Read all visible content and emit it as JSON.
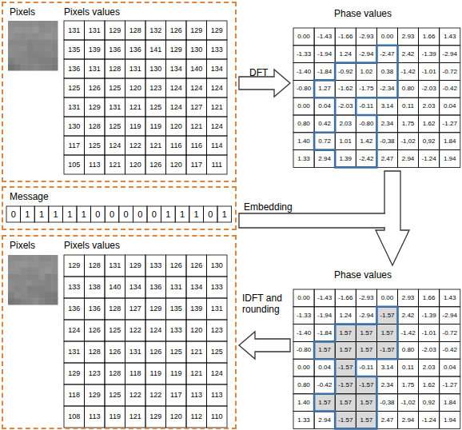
{
  "diagram": {
    "nodes": [
      {
        "text": [
          "Pixels",
          "Pixels values"
        ]
      },
      {
        "text": [
          "Phase values"
        ]
      },
      {
        "text": [
          "Message"
        ]
      },
      {
        "text": [
          "Pixels",
          "Pixels values"
        ]
      },
      {
        "text": [
          "Phase values"
        ]
      }
    ],
    "edges": [
      {
        "from": 0,
        "to": 1,
        "arrow": "to",
        "label": "DFT"
      },
      {
        "from": 1,
        "to": 4,
        "arrow": "to"
      },
      {
        "from": 2,
        "to": 4,
        "arrow": "to",
        "label": "Embedding"
      },
      {
        "from": 4,
        "to": 3,
        "arrow": "to",
        "label": "IDFT and rounding"
      }
    ],
    "labels": [
      "131",
      "131",
      "129",
      "128",
      "132",
      "126",
      "129",
      "129",
      "135",
      "139",
      "136",
      "136",
      "141",
      "129",
      "130",
      "133",
      "136",
      "131",
      "128",
      "131",
      "130",
      "134",
      "140",
      "134",
      "125",
      "126",
      "125",
      "120",
      "123",
      "124",
      "124",
      "124",
      "131",
      "129",
      "131",
      "121",
      "125",
      "124",
      "127",
      "121",
      "130",
      "128",
      "125",
      "119",
      "119",
      "120",
      "121",
      "124",
      "117",
      "125",
      "124",
      "122",
      "121",
      "116",
      "116",
      "114",
      "105",
      "113",
      "121",
      "120",
      "126",
      "120",
      "117",
      "111",
      "0.00",
      "-1.43",
      "-1.66",
      "-2.93",
      "0.00",
      "2.93",
      "1.66",
      "1.43",
      "-1.33",
      "-1.94",
      "1.24",
      "-2.94",
      "-2.47",
      "2.42",
      "-1.39",
      "-2.94",
      "-1.40",
      "-1.84",
      "-0.92",
      "1.02",
      "0.38",
      "-1.42",
      "-1.01",
      "-0.72",
      "-0.80",
      "1.27",
      "-1.62",
      "-1.75",
      "-2.34",
      "0.80",
      "-2.03",
      "-0.42",
      "0.00",
      "0.04",
      "-2.03",
      "-0.11",
      "3.14",
      "0.11",
      "2.03",
      "0.04",
      "0.80",
      "0.42",
      "2.03",
      "-0.80",
      "2.34",
      "1.75",
      "1.62",
      "-1.27",
      "1.40",
      "0.72",
      "1.01",
      "1.42",
      "-0,38",
      "-1,02",
      "0,92",
      "1.84",
      "1.33",
      "2.94",
      "1.39",
      "-2.42",
      "2.47",
      "2.94",
      "-1.24",
      "1.94",
      "0",
      "1",
      "1",
      "1",
      "1",
      "1",
      "0",
      "0",
      "0",
      "0",
      "0",
      "1",
      "1",
      "1",
      "0",
      "1",
      "129",
      "128",
      "131",
      "129",
      "133",
      "126",
      "126",
      "130",
      "133",
      "138",
      "140",
      "134",
      "136",
      "131",
      "134",
      "133",
      "136",
      "136",
      "128",
      "127",
      "129",
      "135",
      "139",
      "131",
      "124",
      "126",
      "125",
      "122",
      "124",
      "133",
      "120",
      "123",
      "131",
      "128",
      "126",
      "131",
      "126",
      "125",
      "121",
      "125",
      "129",
      "123",
      "128",
      "118",
      "119",
      "119",
      "121",
      "124",
      "118",
      "129",
      "125",
      "122",
      "122",
      "117",
      "113",
      "113",
      "108",
      "113",
      "119",
      "121",
      "129",
      "120",
      "112",
      "110",
      "0.00",
      "-1.43",
      "-1.66",
      "-2.93",
      "0.00",
      "2.93",
      "1.66",
      "1.43",
      "-1.33",
      "-1.94",
      "1.24",
      "-2.94",
      "-1.57",
      "2.42",
      "-1.39",
      "-2.94",
      "-1.40",
      "-1.84",
      "1.57",
      "1.57",
      "1.57",
      "-1.42",
      "-1.01",
      "-0.72",
      "-0.80",
      "1.57",
      "1.57",
      "1.57",
      "-1.57",
      "0.80",
      "-2.03",
      "-0.42",
      "0.00",
      "0.04",
      "-1.57",
      "-0.11",
      "3.14",
      "0.11",
      "2.03",
      "0.04",
      "0.80",
      "-0.42",
      "-1.57",
      "-1.57",
      "2.34",
      "1.75",
      "1.62",
      "-1.27",
      "1.40",
      "1.57",
      "1.57",
      "1.57",
      "-0,38",
      "-1,02",
      "0,92",
      "1.84",
      "1.33",
      "2.94",
      "-1.57",
      "1.57",
      "2.47",
      "2.94",
      "-1.24",
      "1.94"
    ]
  }
}
